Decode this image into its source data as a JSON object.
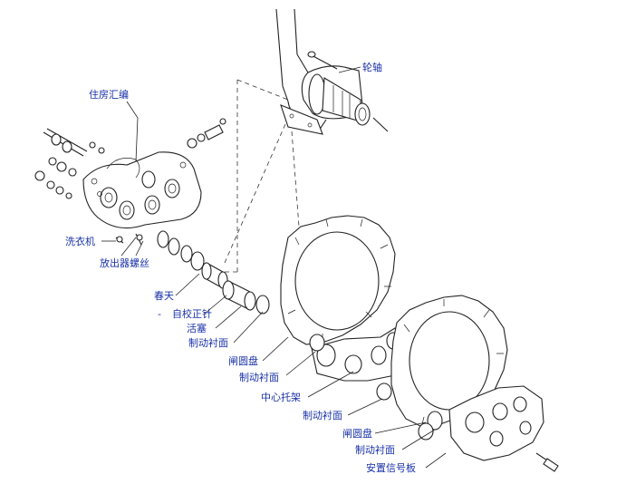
{
  "diagram": {
    "labels": {
      "axle": "轮轴",
      "housing": "住房汇编",
      "washer": "洗衣机",
      "bleeder_screw": "放出器螺丝",
      "spring": "春天",
      "self_adjust_pin": "自校正针",
      "piston": "活塞",
      "lining_1": "制动衬面",
      "disc_1": "闸圆盘",
      "lining_2": "制动衬面",
      "center_carrier": "中心托架",
      "lining_3": "制动衬面",
      "disc_2": "闸圆盘",
      "lining_4": "制动衬面",
      "sensor_plate": "安置信号板"
    },
    "dash_mark": "-"
  }
}
